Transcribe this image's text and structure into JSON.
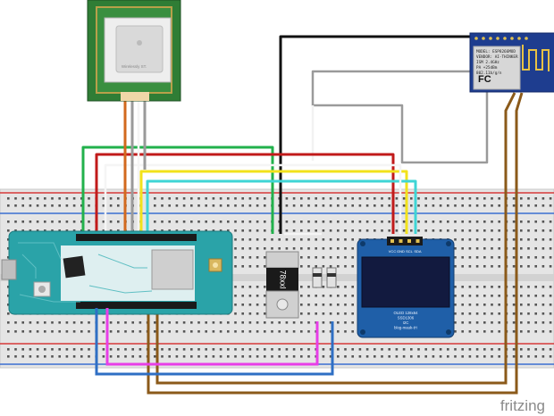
{
  "gps": {
    "label": "Wirelessly ST."
  },
  "wifi_module": {
    "lines": [
      "MODEL: ESP8266MOD",
      "VENDOR: AI-THINKER",
      "ISM 2.4GHz",
      "PA +25dBm",
      "802.11b/g/n"
    ],
    "fcc_mark": "FC"
  },
  "regulator": {
    "label": "78xxl"
  },
  "oled": {
    "pins": [
      "VCC",
      "GND",
      "SCL",
      "SDA"
    ],
    "footer_lines": [
      "OLED 128x64",
      "SSD1306",
      "I2C",
      "blog-mauk-tH"
    ]
  },
  "watermark": "fritzing",
  "colors": {
    "breadboard": "#e6e6e6",
    "rail_red": "#d63a3a",
    "rail_blue": "#3b6fd1",
    "board": "#2aa3a8",
    "oled_pcb": "#1f5fa8",
    "oled_screen": "#121a3f",
    "wire_green": "#22b14c",
    "wire_red": "#c11a1a",
    "wire_yellow": "#f2e21c",
    "wire_cyan": "#3fd5d5",
    "wire_gray": "#9a9a9a",
    "wire_orange": "#d2691e",
    "wire_black": "#111111",
    "wire_white": "#f2f2f2",
    "wire_magenta": "#e83ee8",
    "wire_blue": "#2f6fc4",
    "wire_brown": "#8b5a1a"
  }
}
